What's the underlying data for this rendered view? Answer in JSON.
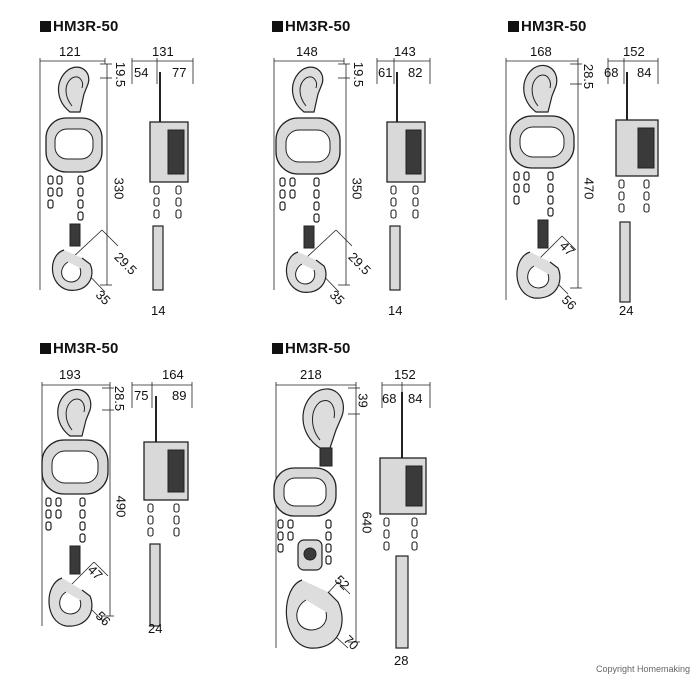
{
  "panels": [
    {
      "model": "HM3R-50",
      "dims": {
        "body_width": "121",
        "side_width": "131",
        "side_left": "54",
        "side_right": "77",
        "top_gap": "19.5",
        "height": "330",
        "hook_opening": "29.5",
        "hook_depth": "35",
        "chain": "14"
      }
    },
    {
      "model": "HM3R-50",
      "dims": {
        "body_width": "148",
        "side_width": "143",
        "side_left": "61",
        "side_right": "82",
        "top_gap": "19.5",
        "height": "350",
        "hook_opening": "29.5",
        "hook_depth": "35",
        "chain": "14"
      }
    },
    {
      "model": "HM3R-50",
      "dims": {
        "body_width": "168",
        "side_width": "152",
        "side_left": "68",
        "side_right": "84",
        "top_gap": "28.5",
        "height": "470",
        "hook_opening": "47",
        "hook_depth": "56",
        "chain": "24"
      }
    },
    {
      "model": "HM3R-50",
      "dims": {
        "body_width": "193",
        "side_width": "164",
        "side_left": "75",
        "side_right": "89",
        "top_gap": "28.5",
        "height": "490",
        "hook_opening": "47",
        "hook_depth": "56",
        "chain": "24"
      }
    },
    {
      "model": "HM3R-50",
      "dims": {
        "body_width": "218",
        "side_width": "152",
        "side_left": "68",
        "side_right": "84",
        "top_gap": "39",
        "height": "640",
        "hook_opening": "52",
        "hook_depth": "70",
        "chain": "28"
      }
    }
  ],
  "copyright": "Copyright Homemaking",
  "colors": {
    "ink": "#111111",
    "body_fill": "#d9d9d9",
    "dark_fill": "#3a3a3a",
    "line": "#222222"
  }
}
